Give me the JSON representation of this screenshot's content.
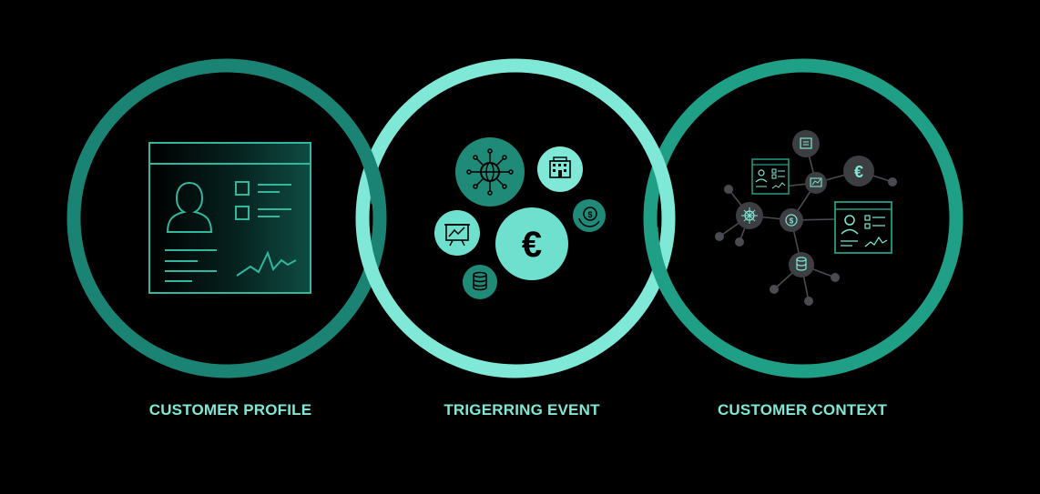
{
  "colors": {
    "background": "#000000",
    "ring_profile": "#1b8373",
    "ring_event": "#7fe8d6",
    "ring_context": "#1f9f86",
    "label": "#7fe8d6",
    "bubble_light": "#6ee0cd",
    "bubble_dark": "#1f8a78",
    "node_grey": "#3d3e42",
    "node_line": "#4a4b50"
  },
  "sections": [
    {
      "key": "profile",
      "label": "CUSTOMER PROFILE",
      "icon": "customer-profile-card-icon"
    },
    {
      "key": "event",
      "label": "TRIGERRING EVENT",
      "icons": [
        "globe-network-icon",
        "building-icon",
        "presentation-chart-icon",
        "euro-icon",
        "coin-cycle-icon",
        "coin-stack-icon"
      ]
    },
    {
      "key": "context",
      "label": "CUSTOMER CONTEXT",
      "icon": "customer-network-graph-icon"
    }
  ]
}
